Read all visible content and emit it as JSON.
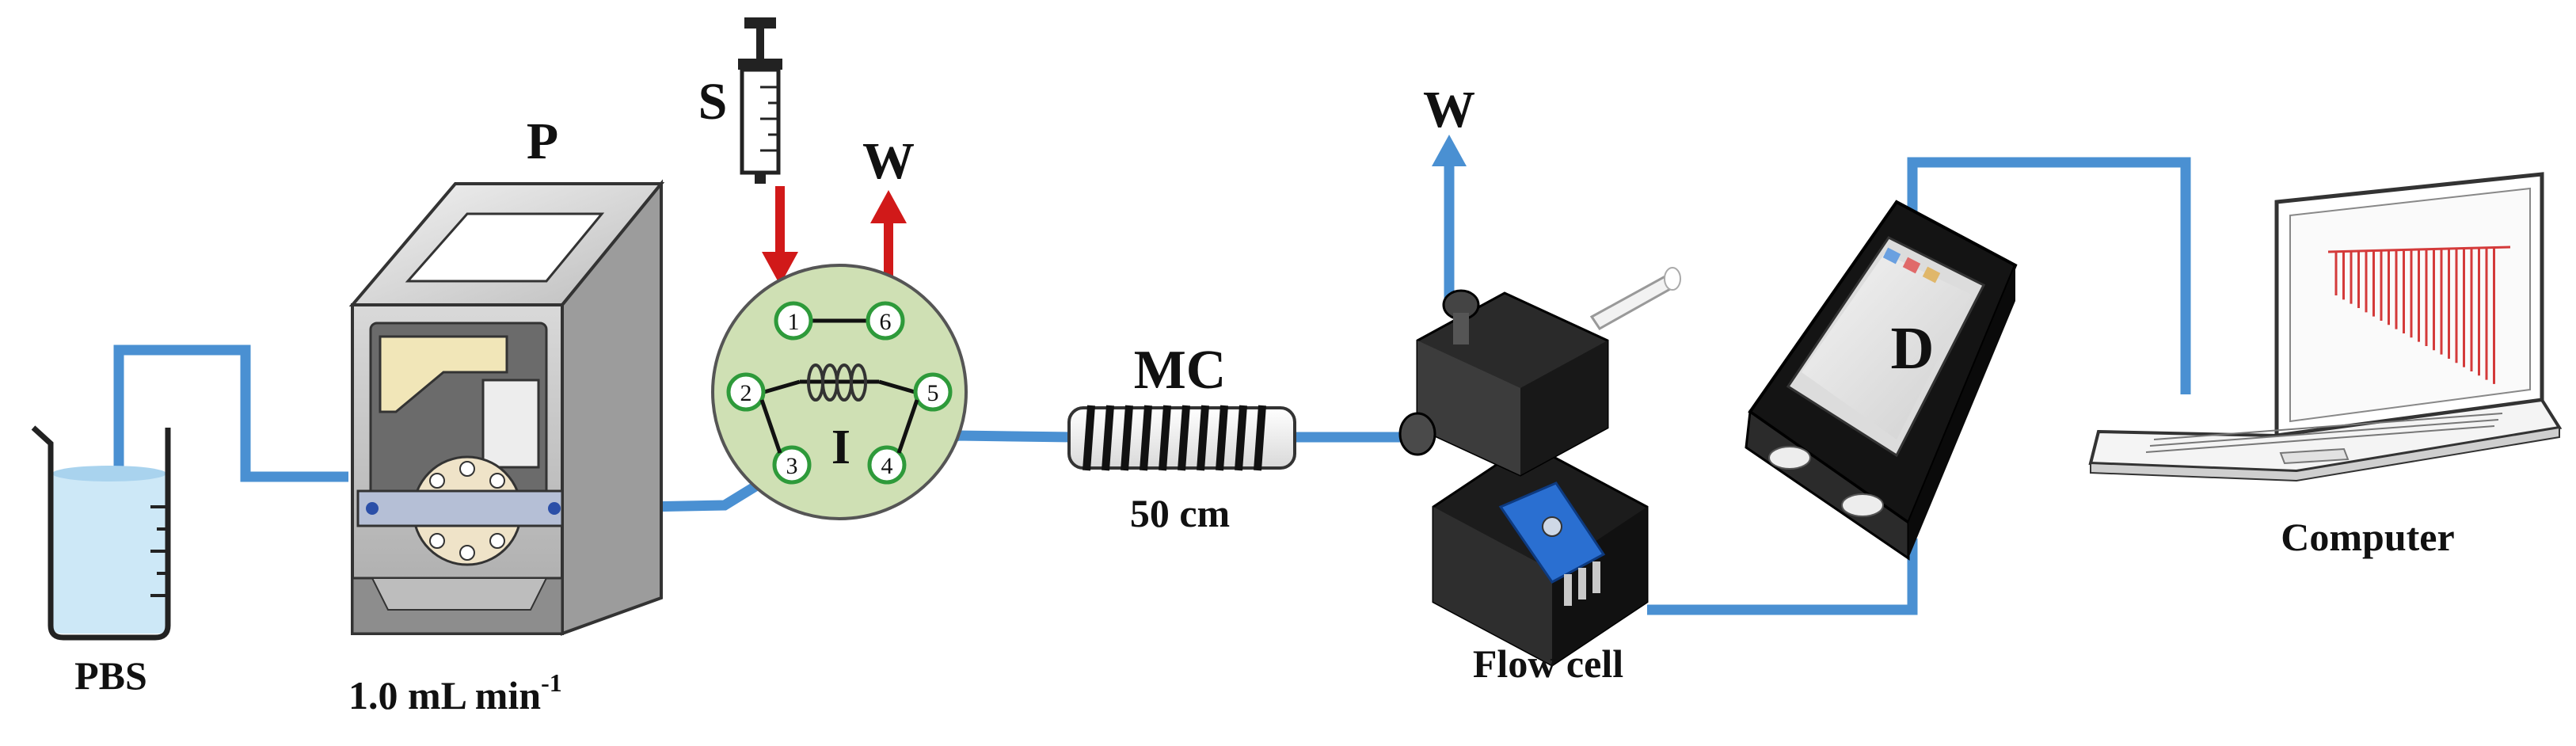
{
  "labels": {
    "pbs": "PBS",
    "pump": "P",
    "flow_rate": "1.0 mL min",
    "flow_rate_exp": "-1",
    "syringe": "S",
    "waste_valve": "W",
    "waste_cell": "W",
    "injector": "I",
    "coil": "MC",
    "coil_length": "50 cm",
    "flow_cell": "Flow cell",
    "device": "D",
    "computer": "Computer"
  },
  "ports": [
    "1",
    "2",
    "3",
    "4",
    "5",
    "6"
  ],
  "colors": {
    "tubing": "#4a90d2",
    "arrow": "#d11919",
    "valve_fill": "#cfe0b4",
    "port_ring": "#2e9a3a",
    "liquid": "#cde8f7",
    "signal": "#d43a3a"
  }
}
